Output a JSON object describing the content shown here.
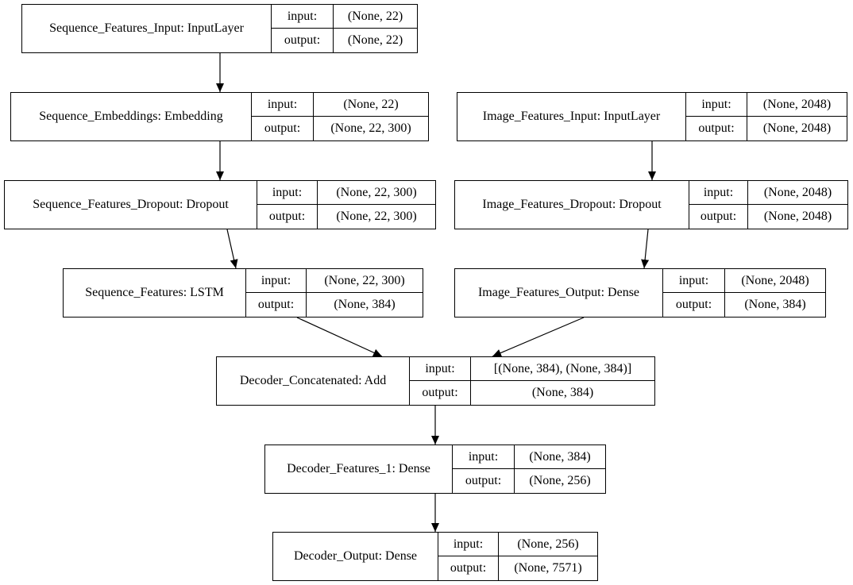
{
  "port_labels": {
    "input": "input:",
    "output": "output:"
  },
  "layers": [
    {
      "id": "seq_input",
      "name": "Sequence_Features_Input: InputLayer",
      "input": "(None, 22)",
      "output": "(None, 22)"
    },
    {
      "id": "seq_emb",
      "name": "Sequence_Embeddings: Embedding",
      "input": "(None, 22)",
      "output": "(None, 22, 300)"
    },
    {
      "id": "img_input",
      "name": "Image_Features_Input: InputLayer",
      "input": "(None, 2048)",
      "output": "(None, 2048)"
    },
    {
      "id": "seq_dropout",
      "name": "Sequence_Features_Dropout: Dropout",
      "input": "(None, 22, 300)",
      "output": "(None, 22, 300)"
    },
    {
      "id": "img_dropout",
      "name": "Image_Features_Dropout: Dropout",
      "input": "(None, 2048)",
      "output": "(None, 2048)"
    },
    {
      "id": "seq_lstm",
      "name": "Sequence_Features: LSTM",
      "input": "(None, 22, 300)",
      "output": "(None, 384)"
    },
    {
      "id": "img_dense",
      "name": "Image_Features_Output: Dense",
      "input": "(None, 2048)",
      "output": "(None, 384)"
    },
    {
      "id": "concat",
      "name": "Decoder_Concatenated: Add",
      "input": "[(None, 384), (None, 384)]",
      "output": "(None, 384)"
    },
    {
      "id": "dec_feat",
      "name": "Decoder_Features_1: Dense",
      "input": "(None, 384)",
      "output": "(None, 256)"
    },
    {
      "id": "dec_out",
      "name": "Decoder_Output: Dense",
      "input": "(None, 256)",
      "output": "(None, 7571)"
    }
  ],
  "edges": [
    {
      "from": "seq_input",
      "to": "seq_emb"
    },
    {
      "from": "seq_emb",
      "to": "seq_dropout"
    },
    {
      "from": "seq_dropout",
      "to": "seq_lstm"
    },
    {
      "from": "img_input",
      "to": "img_dropout"
    },
    {
      "from": "img_dropout",
      "to": "img_dense"
    },
    {
      "from": "seq_lstm",
      "to": "concat"
    },
    {
      "from": "img_dense",
      "to": "concat"
    },
    {
      "from": "concat",
      "to": "dec_feat"
    },
    {
      "from": "dec_feat",
      "to": "dec_out"
    }
  ]
}
